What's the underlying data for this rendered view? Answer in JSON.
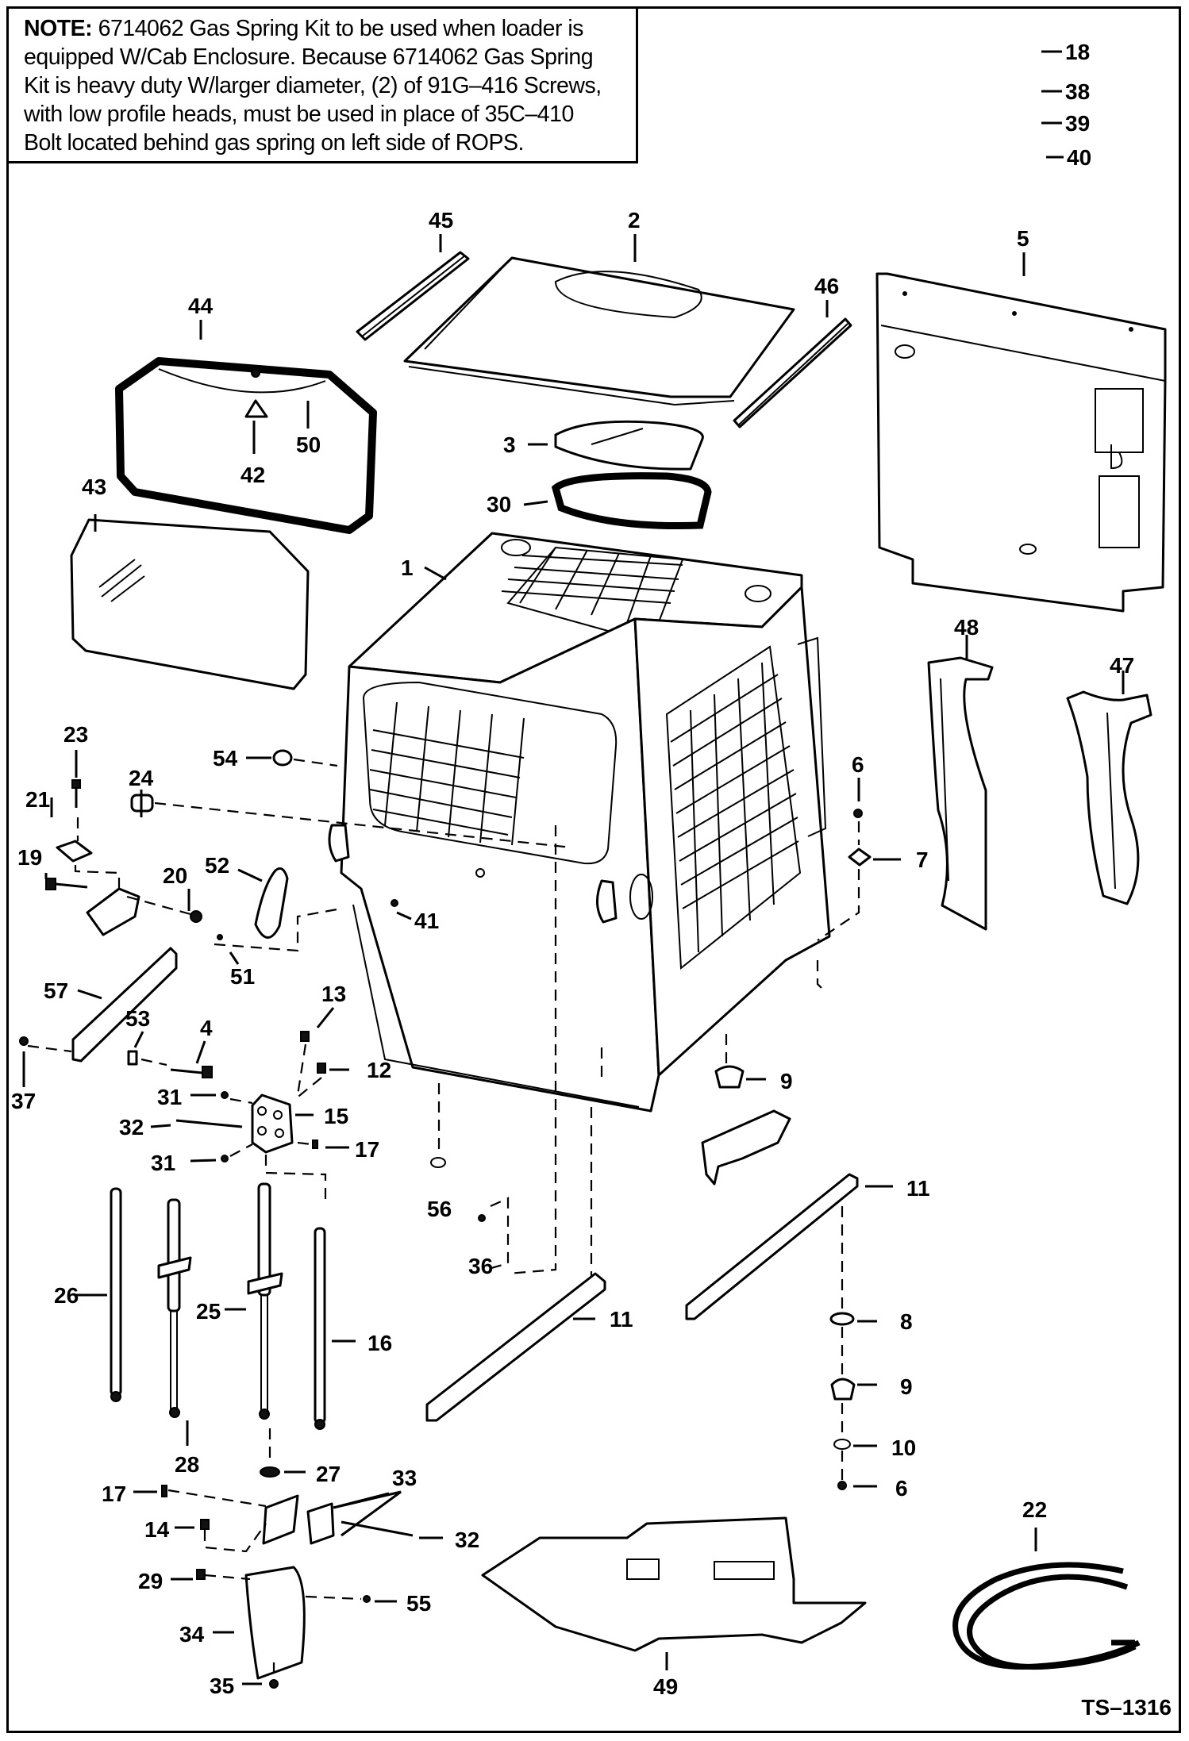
{
  "note": {
    "label": "NOTE:",
    "text": "6714062 Gas Spring Kit to be used when loader is equipped W/Cab Enclosure. Because 6714062 Gas Spring Kit is heavy duty W/larger diameter, (2) of 91G–416 Screws, with low profile heads, must be used in place of 35C–410 Bolt located behind gas spring on left side of ROPS."
  },
  "note_lines": [
    "6714062 Gas Spring Kit to be used when loader is",
    "equipped W/Cab Enclosure.  Because 6714062 Gas Spring",
    "Kit is heavy duty W/larger diameter, (2) of 91G–416 Screws,",
    "with low profile heads, must be used in place of 35C–410",
    "Bolt located behind gas spring on left side of ROPS."
  ],
  "drawing_ref": "TS–1316",
  "callouts": {
    "c18": "18",
    "c38": "38",
    "c39": "39",
    "c40": "40",
    "c45": "45",
    "c2": "2",
    "c5": "5",
    "c46": "46",
    "c44": "44",
    "c50": "50",
    "c42": "42",
    "c3": "3",
    "c30": "30",
    "c43": "43",
    "c1": "1",
    "c48": "48",
    "c47": "47",
    "c23": "23",
    "c54": "54",
    "c6a": "6",
    "c24": "24",
    "c21": "21",
    "c7": "7",
    "c19": "19",
    "c20": "20",
    "c52": "52",
    "c41": "41",
    "c51": "51",
    "c57": "57",
    "c13": "13",
    "c53": "53",
    "c4": "4",
    "c37": "37",
    "c12": "12",
    "c31a": "31",
    "c15": "15",
    "c32a": "32",
    "c17a": "17",
    "c31b": "31",
    "c9a": "9",
    "c56": "56",
    "c11a": "11",
    "c36": "36",
    "c26": "26",
    "c25": "25",
    "c16": "16",
    "c11b": "11",
    "c8": "8",
    "c9b": "9",
    "c28": "28",
    "c10": "10",
    "c27": "27",
    "c33": "33",
    "c6b": "6",
    "c17b": "17",
    "c14": "14",
    "c32b": "32",
    "c22": "22",
    "c29": "29",
    "c55": "55",
    "c34": "34",
    "c49": "49",
    "c35": "35"
  }
}
